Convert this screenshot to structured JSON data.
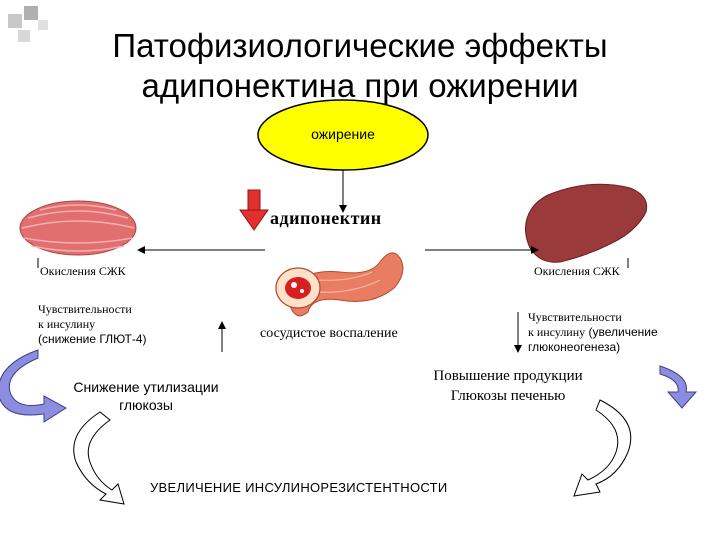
{
  "title_line1": "Патофизиологические эффекты",
  "title_line2": "адипонектина при ожирении",
  "obesity": "ожирение",
  "adiponectin": "адипонектин",
  "left": {
    "ffa": "Окисления СЖК",
    "sens1": "Чувствительности",
    "sens2": "к инсулину",
    "sens3": "(снижение ГЛЮТ-4)",
    "util1": "Снижение утилизации",
    "util2": "глюкозы"
  },
  "center": {
    "inflammation": "сосудистое воспаление"
  },
  "right": {
    "ffa": "Окисления СЖК",
    "sens1": "Чувствительности",
    "sens2": "к инсулину",
    "sens2b": "(увеличение",
    "sens3": "глюконеогенеза)",
    "prod1": "Повышение продукции",
    "prod2": "Глюкозы печенью"
  },
  "bottom": "УВЕЛИЧЕНИЕ ИНСУЛИНОРЕЗИСТЕНТНОСТИ",
  "colors": {
    "obesity_fill": "#ffff00",
    "down_arrow": "#e03030",
    "muscle": "#e26f6f",
    "liver": "#9b3a3a",
    "blue_arrow": "#8c8ce0"
  }
}
